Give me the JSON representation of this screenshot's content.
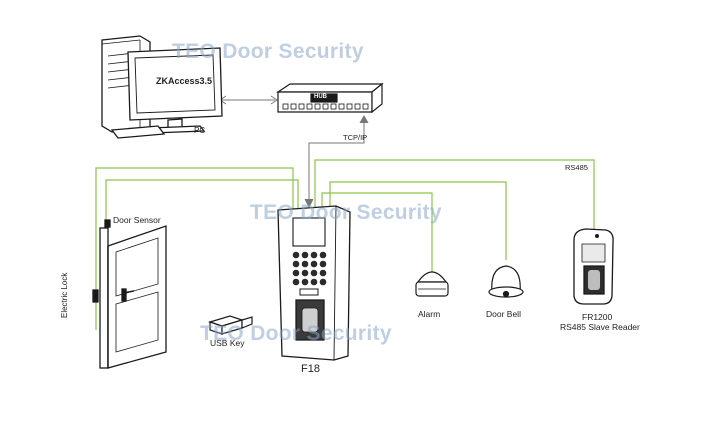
{
  "watermark": "TEO Door Security",
  "pc": {
    "screen_text": "ZKAccess3.5",
    "label": "PC"
  },
  "switch": {
    "brand": "HUB"
  },
  "links": {
    "tcpip": "TCP/IP",
    "rs485": "RS485"
  },
  "door": {
    "sensor_label": "Door Sensor",
    "lock_label": "Electric Lock"
  },
  "usb": {
    "label": "USB Key"
  },
  "terminal": {
    "label": "F18"
  },
  "alarm": {
    "label": "Alarm"
  },
  "bell": {
    "label": "Door Bell"
  },
  "reader": {
    "label_line1": "FR1200",
    "label_line2": "RS485 Slave Reader"
  },
  "colors": {
    "wire": "#8bc34a",
    "network": "#777777",
    "outline": "#1a1a1a"
  }
}
